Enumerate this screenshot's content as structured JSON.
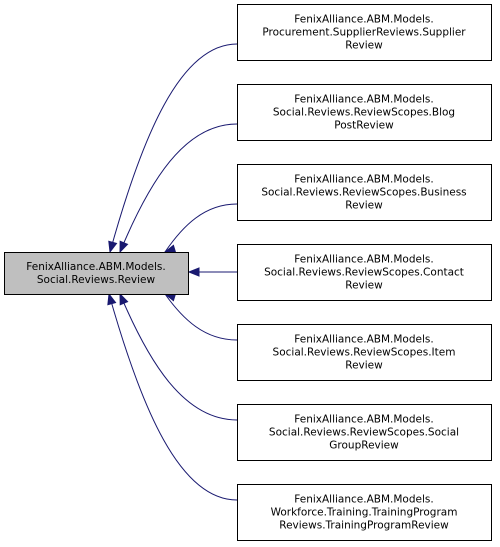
{
  "diagram": {
    "base_class": {
      "lines": [
        "FenixAlliance.ABM.Models.",
        "Social.Reviews.Review"
      ]
    },
    "derived_classes": [
      {
        "lines": [
          "FenixAlliance.ABM.Models.",
          "Procurement.SupplierReviews.Supplier",
          "Review"
        ]
      },
      {
        "lines": [
          "FenixAlliance.ABM.Models.",
          "Social.Reviews.ReviewScopes.Blog",
          "PostReview"
        ]
      },
      {
        "lines": [
          "FenixAlliance.ABM.Models.",
          "Social.Reviews.ReviewScopes.Business",
          "Review"
        ]
      },
      {
        "lines": [
          "FenixAlliance.ABM.Models.",
          "Social.Reviews.ReviewScopes.Contact",
          "Review"
        ]
      },
      {
        "lines": [
          "FenixAlliance.ABM.Models.",
          "Social.Reviews.ReviewScopes.Item",
          "Review"
        ]
      },
      {
        "lines": [
          "FenixAlliance.ABM.Models.",
          "Social.Reviews.ReviewScopes.Social",
          "GroupReview"
        ]
      },
      {
        "lines": [
          "FenixAlliance.ABM.Models.",
          "Workforce.Training.TrainingProgram",
          "Reviews.TrainingProgramReview"
        ]
      }
    ],
    "colors": {
      "edge": "#191970",
      "base_fill": "#bfbfbf",
      "node_fill": "#ffffff",
      "border": "#000000"
    }
  }
}
